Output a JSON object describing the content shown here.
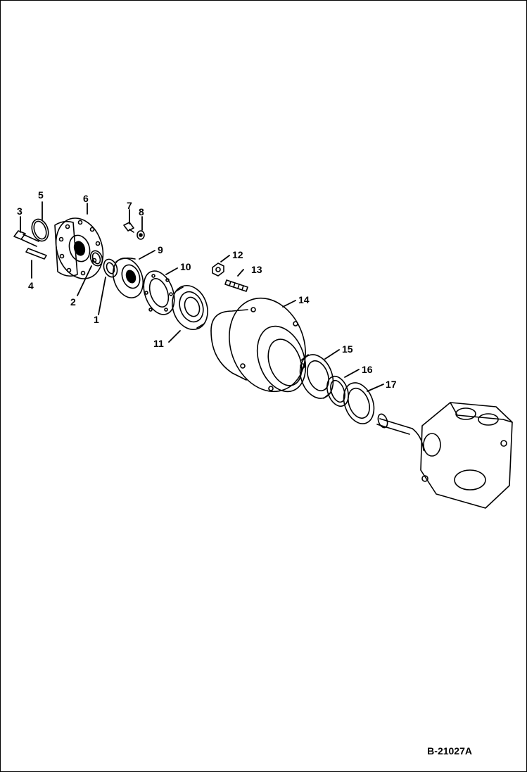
{
  "diagram": {
    "figure_id": "B-21027A",
    "callouts": [
      {
        "id": "1",
        "label": "1"
      },
      {
        "id": "2",
        "label": "2"
      },
      {
        "id": "3",
        "label": "3"
      },
      {
        "id": "4",
        "label": "4"
      },
      {
        "id": "5",
        "label": "5"
      },
      {
        "id": "6",
        "label": "6"
      },
      {
        "id": "7",
        "label": "7"
      },
      {
        "id": "8",
        "label": "8"
      },
      {
        "id": "9",
        "label": "9"
      },
      {
        "id": "10",
        "label": "10"
      },
      {
        "id": "11",
        "label": "11"
      },
      {
        "id": "12",
        "label": "12"
      },
      {
        "id": "13",
        "label": "13"
      },
      {
        "id": "14",
        "label": "14"
      },
      {
        "id": "15",
        "label": "15"
      },
      {
        "id": "16",
        "label": "16"
      },
      {
        "id": "17",
        "label": "17"
      }
    ]
  }
}
